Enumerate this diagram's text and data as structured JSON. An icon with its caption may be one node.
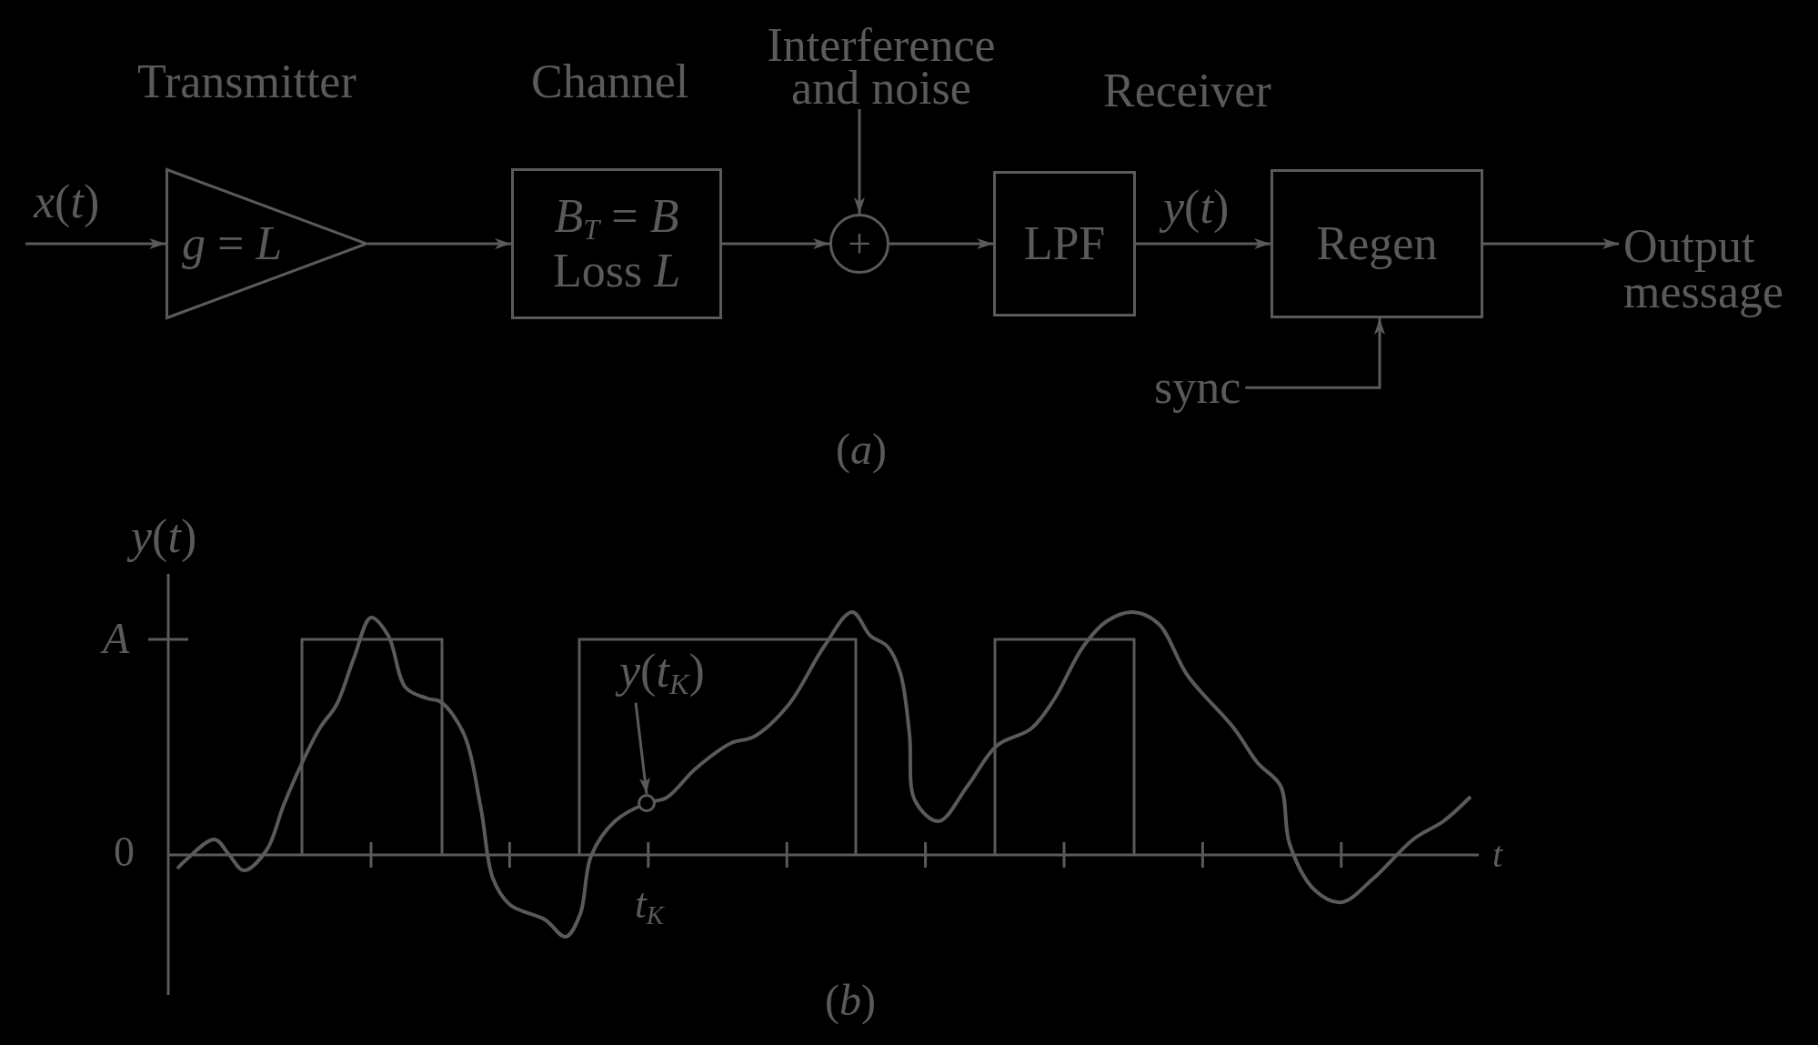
{
  "diagram": {
    "nodes": [
      {
        "text": [
          "*g* = *L*"
        ]
      },
      {
        "text": [
          "*B*$_{T}$ = *B*",
          "Loss *L*"
        ]
      },
      {
        "text": [
          "Interference and noise"
        ]
      },
      {
        "text": [
          "+"
        ]
      },
      {
        "text": [
          "LPF"
        ]
      },
      {
        "text": [
          "Regen"
        ]
      },
      {
        "text": [
          "Output message"
        ]
      },
      {
        "text": [
          "sync"
        ]
      },
      {
        "text": [
          "*y*(*t*$_{K}$)"
        ]
      },
      {
        "text": [],
        "shape": "circle"
      }
    ],
    "edges": [
      {
        "from": null,
        "to": 0,
        "arrow": "to",
        "label": "*x*(*t*)"
      },
      {
        "from": 0,
        "to": 1,
        "arrow": "to"
      },
      {
        "from": 1,
        "to": 3,
        "arrow": "to"
      },
      {
        "from": 2,
        "to": 3,
        "arrow": "to"
      },
      {
        "from": 3,
        "to": 4,
        "arrow": "to"
      },
      {
        "from": 4,
        "to": 5,
        "arrow": "to",
        "label": "*y*(*t*)"
      },
      {
        "from": 5,
        "to": 6,
        "arrow": "to"
      },
      {
        "from": 7,
        "to": 5,
        "arrow": "to"
      },
      {
        "from": 8,
        "to": 9,
        "arrow": "to"
      }
    ],
    "labels": [
      "Transmitter",
      "Channel",
      "Receiver",
      "(*a*)",
      "*y*(*t*)",
      "A",
      "0",
      "*t*$_{K}$",
      "t",
      "(*b*)"
    ]
  }
}
